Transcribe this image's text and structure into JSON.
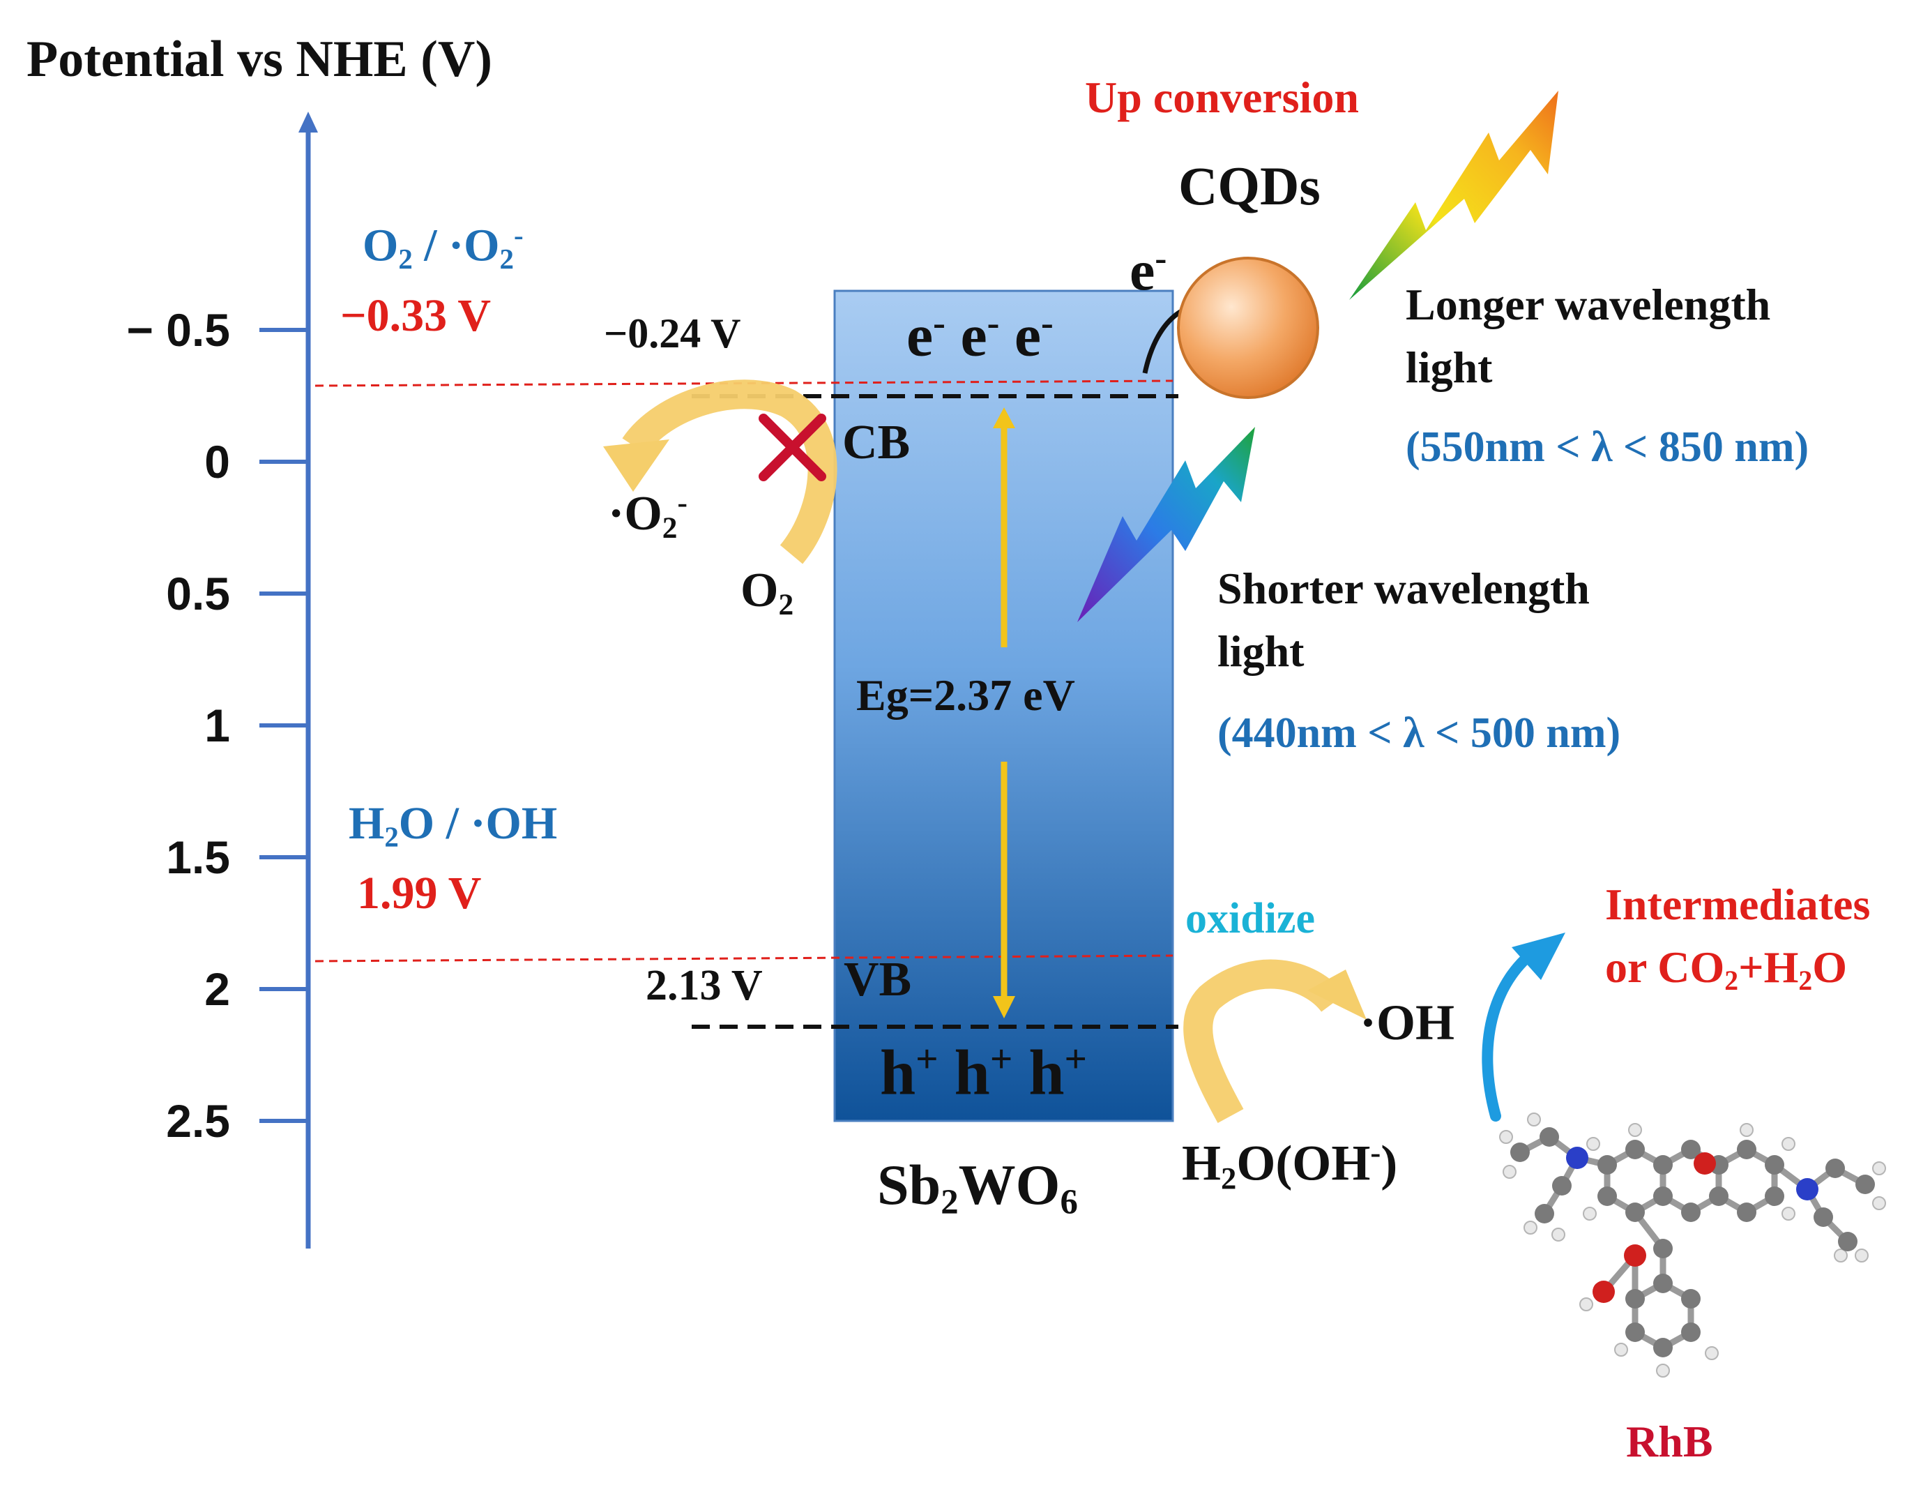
{
  "colors": {
    "axis": "#4472C4",
    "red_label": "#E0201B",
    "blue_label": "#1F6FB5",
    "cyan_label": "#1AB2D6",
    "band_top": "#9CC4F0",
    "band_bottom": "#0F5299",
    "arrow_gold": "#F2C41A",
    "cqd_orange": "#EE8F42",
    "rhb_red": "#C8102E"
  },
  "axis": {
    "title": "Potential vs NHE (V)",
    "ticks": [
      {
        "value": -0.5,
        "label": "− 0.5"
      },
      {
        "value": 0,
        "label": "0"
      },
      {
        "value": 0.5,
        "label": "0.5"
      },
      {
        "value": 1,
        "label": "1"
      },
      {
        "value": 1.5,
        "label": "1.5"
      },
      {
        "value": 2,
        "label": "2"
      },
      {
        "value": 2.5,
        "label": "2.5"
      }
    ]
  },
  "couples": {
    "o2": {
      "main": "O",
      "sub1": "2",
      "mid": " / ·O",
      "sub2": "2",
      "sup": "-",
      "potential": "−0.33 V",
      "value": -0.29
    },
    "h2o": {
      "main": "H",
      "sub1": "2",
      "rest": "O / ·OH",
      "potential": "1.99 V",
      "value": 1.9
    }
  },
  "band": {
    "cb_potential": "−0.24 V",
    "vb_potential": "2.13 V",
    "cb_label": "CB",
    "vb_label": "VB",
    "bandgap": "Eg=2.37 eV",
    "electrons": [
      "e",
      "e",
      "e"
    ],
    "electron_charge": "-",
    "holes": [
      "h",
      "h",
      "h"
    ],
    "hole_charge": "+",
    "material": {
      "a": "Sb",
      "s1": "2",
      "b": "WO",
      "s2": "6"
    }
  },
  "reactions": {
    "superoxide": {
      "pre": "·O",
      "sub": "2",
      "sup": "-"
    },
    "oxygen": {
      "main": "O",
      "sub": "2"
    },
    "hydroxyl": "·OH",
    "water": {
      "a": "H",
      "s": "2",
      "b": "O(OH",
      "sup": "-",
      "c": ")"
    },
    "oxidize": "oxidize"
  },
  "cqds": {
    "title": "Up conversion",
    "name": "CQDs",
    "electron": "e",
    "electron_charge": "-",
    "long_light": {
      "line1": "Longer wavelength",
      "line2": "light",
      "range": "(550nm < λ <  850 nm)"
    },
    "short_light": {
      "line1": "Shorter wavelength",
      "line2": "light",
      "range": "(440nm < λ <  500 nm)"
    }
  },
  "products": {
    "line1": "Intermediates",
    "line2_pre": "or CO",
    "line2_sub": "2",
    "line2_post": "+H",
    "line2_sub2": "2",
    "line2_end": "O",
    "dye": "RhB"
  }
}
